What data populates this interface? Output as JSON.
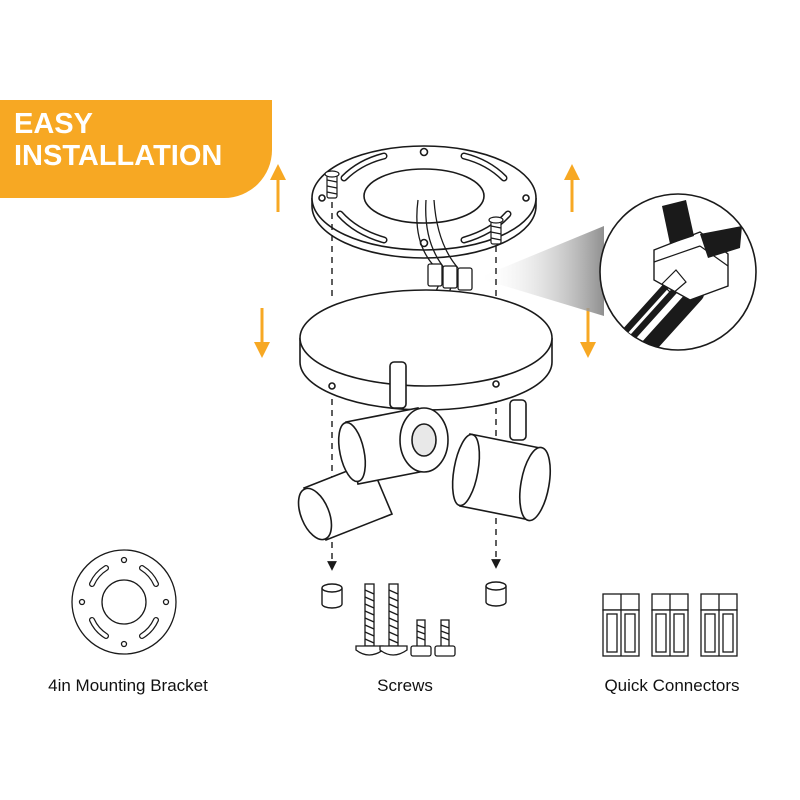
{
  "banner": {
    "line1": "EASY",
    "line2": "INSTALLATION",
    "color": "#f7a823"
  },
  "parts": [
    {
      "label": "4in Mounting Bracket",
      "icon": "mounting-bracket-icon"
    },
    {
      "label": "Screws",
      "icon": "screws-icon"
    },
    {
      "label": "Quick Connectors",
      "icon": "quick-connector-icon"
    }
  ],
  "colors": {
    "accent": "#f7a823",
    "line": "#1a1a1a"
  }
}
